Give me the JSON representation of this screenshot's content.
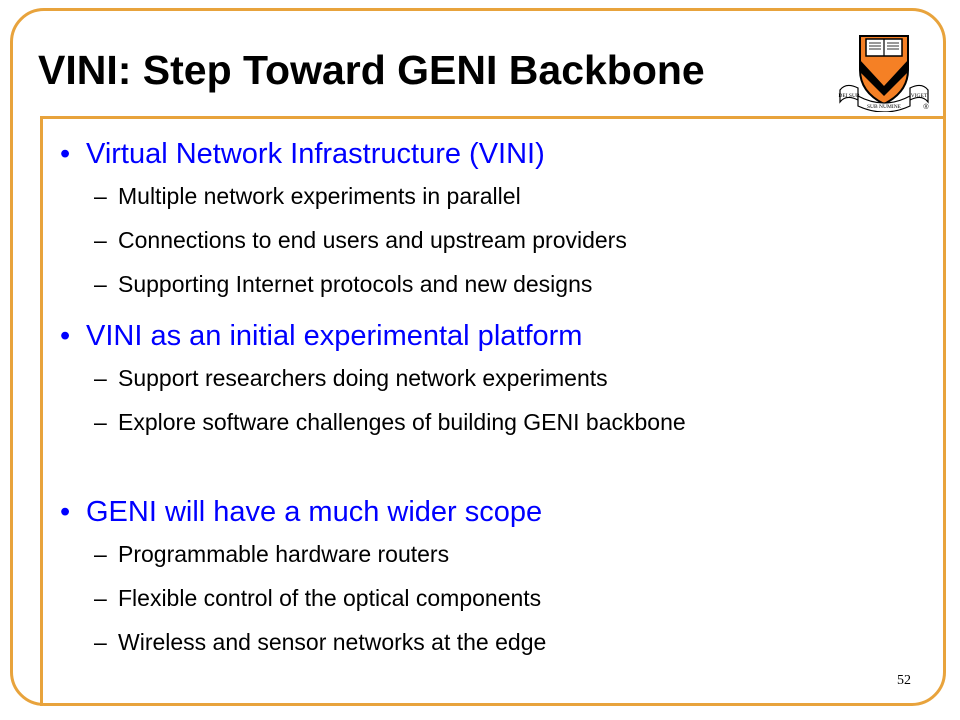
{
  "slide": {
    "title": "VINI: Step Toward GENI Backbone",
    "page_number": "52",
    "logo": {
      "icon": "princeton-shield-logo",
      "ribbon_text_left": "DEI SUB",
      "ribbon_text_center": "SUB NUMINE",
      "ribbon_text_right": "VIGET",
      "mark": "®"
    },
    "sections": [
      {
        "heading": "Virtual Network Infrastructure (VINI)",
        "items": [
          "Multiple network experiments in parallel",
          "Connections to end users and upstream providers",
          "Supporting Internet protocols and new designs"
        ]
      },
      {
        "heading": "VINI as an initial experimental platform",
        "items": [
          "Support researchers doing network experiments",
          "Explore software challenges of building GENI backbone"
        ]
      },
      {
        "heading": "GENI will have a much wider scope",
        "items": [
          "Programmable hardware routers",
          "Flexible control of the optical components",
          "Wireless and sensor networks at the edge"
        ]
      }
    ]
  },
  "colors": {
    "accent": "#e8a33c",
    "heading": "#0000ff",
    "body": "#000000",
    "shield_orange": "#f58025"
  }
}
